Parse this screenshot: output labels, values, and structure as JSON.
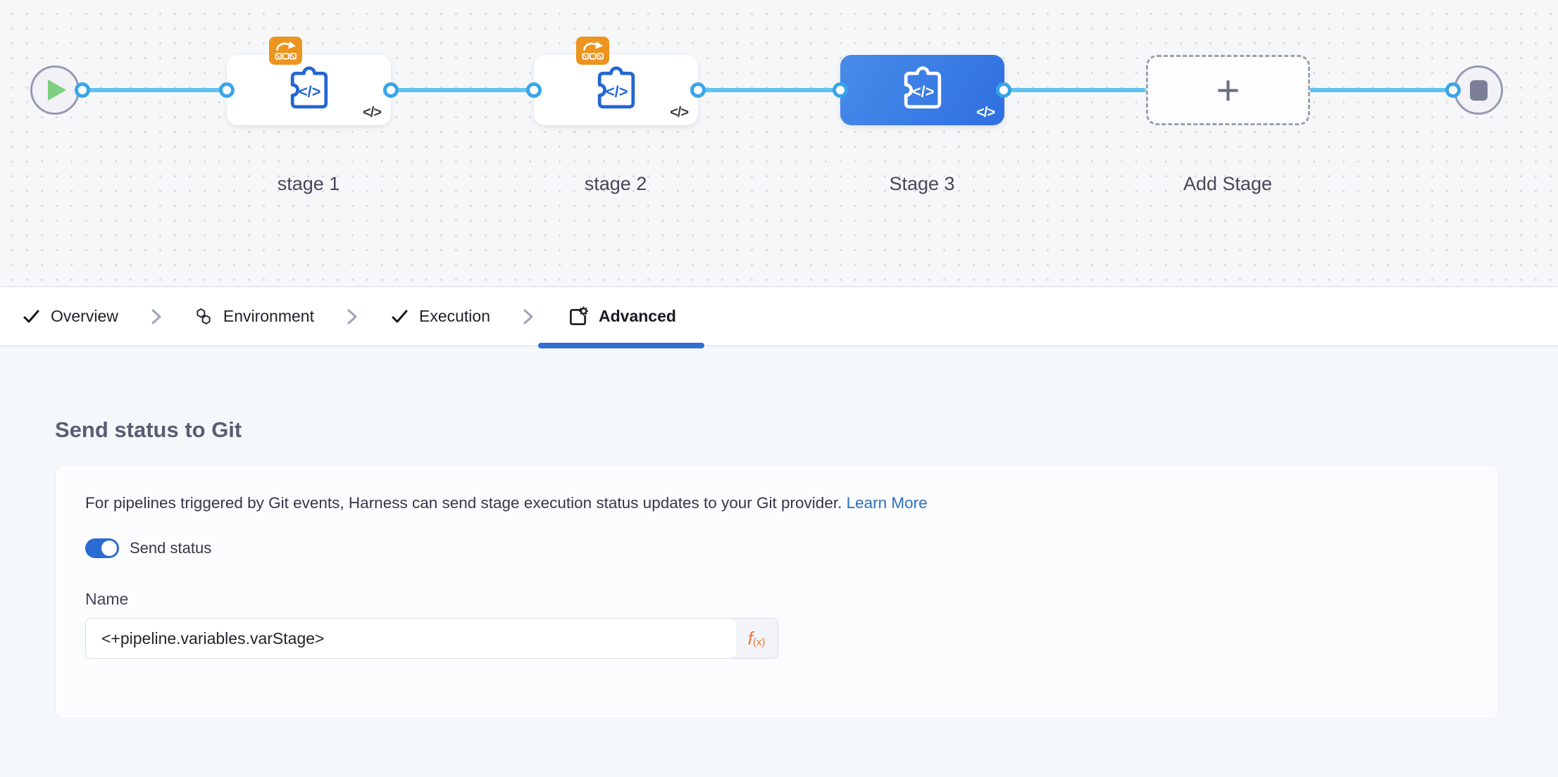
{
  "pipeline_graph": {
    "stages": [
      {
        "label": "stage 1",
        "selected": false,
        "has_template_badge": true,
        "code_icon": "</>"
      },
      {
        "label": "stage 2",
        "selected": false,
        "has_template_badge": true,
        "code_icon": "</>"
      },
      {
        "label": "Stage 3",
        "selected": true,
        "has_template_badge": false,
        "code_icon": "</>"
      }
    ],
    "add_stage_label": "Add Stage",
    "add_stage_plus": "+"
  },
  "tabbar": {
    "tabs": [
      {
        "label": "Overview",
        "icon": "check-icon",
        "active": false
      },
      {
        "label": "Environment",
        "icon": "hexagons-icon",
        "active": false
      },
      {
        "label": "Execution",
        "icon": "check-icon",
        "active": false
      },
      {
        "label": "Advanced",
        "icon": "advanced-gear-icon",
        "active": true
      }
    ]
  },
  "panel": {
    "heading": "Send status to Git",
    "description": "For pipelines triggered by Git events, Harness can send stage execution status updates to your Git provider.",
    "learn_more_label": "Learn More",
    "toggle": {
      "label": "Send status",
      "on": true
    },
    "name_field": {
      "label": "Name",
      "value": "<+pipeline.variables.varStage>",
      "expression_button": {
        "f": "f",
        "sub": "(x)"
      }
    }
  },
  "colors": {
    "edge_blue": "#5fc3f1",
    "connector_ring_blue": "#39a5e9",
    "selected_stage_gradient": [
      "#478ce9",
      "#2f6fe1"
    ],
    "template_badge_orange": "#ec9420",
    "stage_icon_blue": "#2367d1",
    "play_green": "#7ed07e",
    "tab_underline_blue": "#2e6fd3",
    "toggle_blue": "#2a6bd3",
    "link_blue": "#2a6fbb",
    "expression_orange": "#f0762e"
  }
}
